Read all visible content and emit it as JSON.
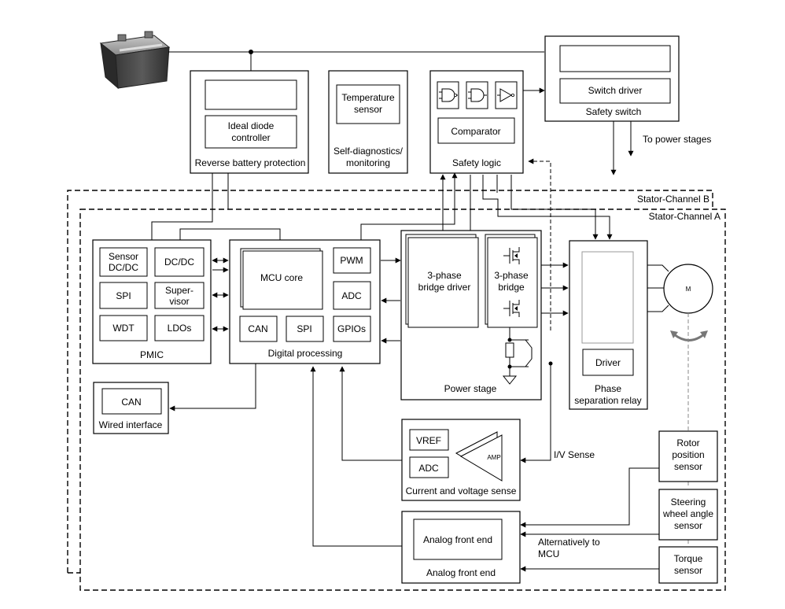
{
  "labels": {
    "stator_b": "Stator-Channel B",
    "stator_a": "Stator-Channel A",
    "reverse_battery": "Reverse battery protection",
    "ideal_diode_1": "Ideal diode",
    "ideal_diode_2": "controller",
    "temp_sensor_1": "Temperature",
    "temp_sensor_2": "sensor",
    "self_diag_1": "Self-diagnostics/",
    "self_diag_2": "monitoring",
    "comparator": "Comparator",
    "safety_logic": "Safety logic",
    "switch_driver": "Switch driver",
    "safety_switch": "Safety switch",
    "to_power_stages": "To power stages",
    "sensor_dcdc_1": "Sensor",
    "sensor_dcdc_2": "DC/DC",
    "dcdc": "DC/DC",
    "spi_pmic": "SPI",
    "supervisor_1": "Super-",
    "supervisor_2": "visor",
    "wdt": "WDT",
    "ldos": "LDOs",
    "pmic": "PMIC",
    "mcu_core": "MCU core",
    "pwm": "PWM",
    "adc_dp": "ADC",
    "can_dp": "CAN",
    "spi_dp": "SPI",
    "gpios": "GPIOs",
    "digital_processing": "Digital processing",
    "bridge_driver_1": "3-phase",
    "bridge_driver_2": "bridge driver",
    "bridge_1": "3-phase",
    "bridge_2": "bridge",
    "power_stage": "Power stage",
    "driver": "Driver",
    "phase_sep_1": "Phase",
    "phase_sep_2": "separation relay",
    "motor": "M",
    "can_wired": "CAN",
    "wired_interface": "Wired interface",
    "vref": "VREF",
    "adc_cvs": "ADC",
    "amp": "AMP",
    "current_voltage_sense": "Current and voltage sense",
    "iv_sense": "I/V Sense",
    "rotor_1": "Rotor",
    "rotor_2": "position",
    "rotor_3": "sensor",
    "steering_1": "Steering",
    "steering_2": "wheel angle",
    "steering_3": "sensor",
    "torque_1": "Torque",
    "torque_2": "sensor",
    "afe_inner": "Analog front end",
    "afe_outer": "Analog front end",
    "alt_mcu_1": "Alternatively to",
    "alt_mcu_2": "MCU"
  }
}
